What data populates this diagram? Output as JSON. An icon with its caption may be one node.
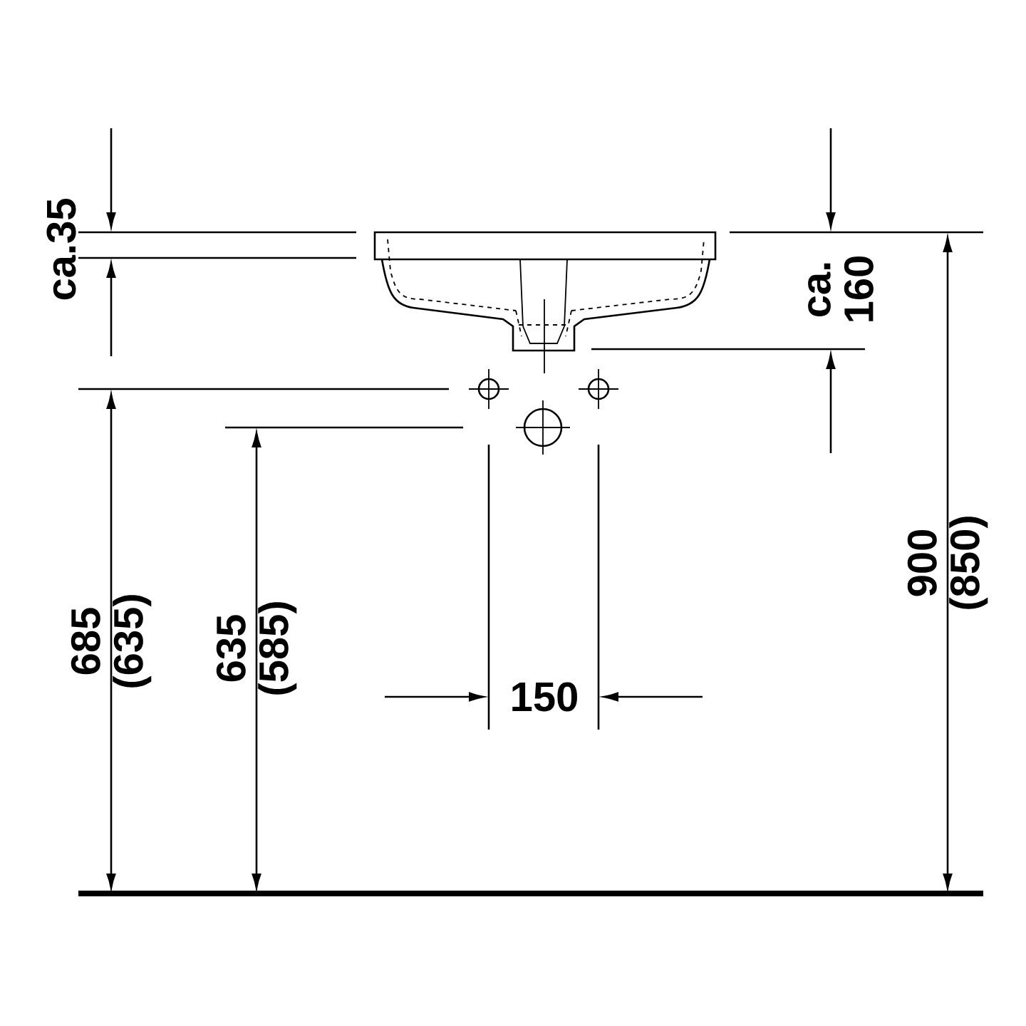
{
  "diagram": {
    "labels": [
      "ca.35",
      "ca. 160",
      "685 (635)",
      "635 (585)",
      "150",
      "900 (850)"
    ]
  }
}
